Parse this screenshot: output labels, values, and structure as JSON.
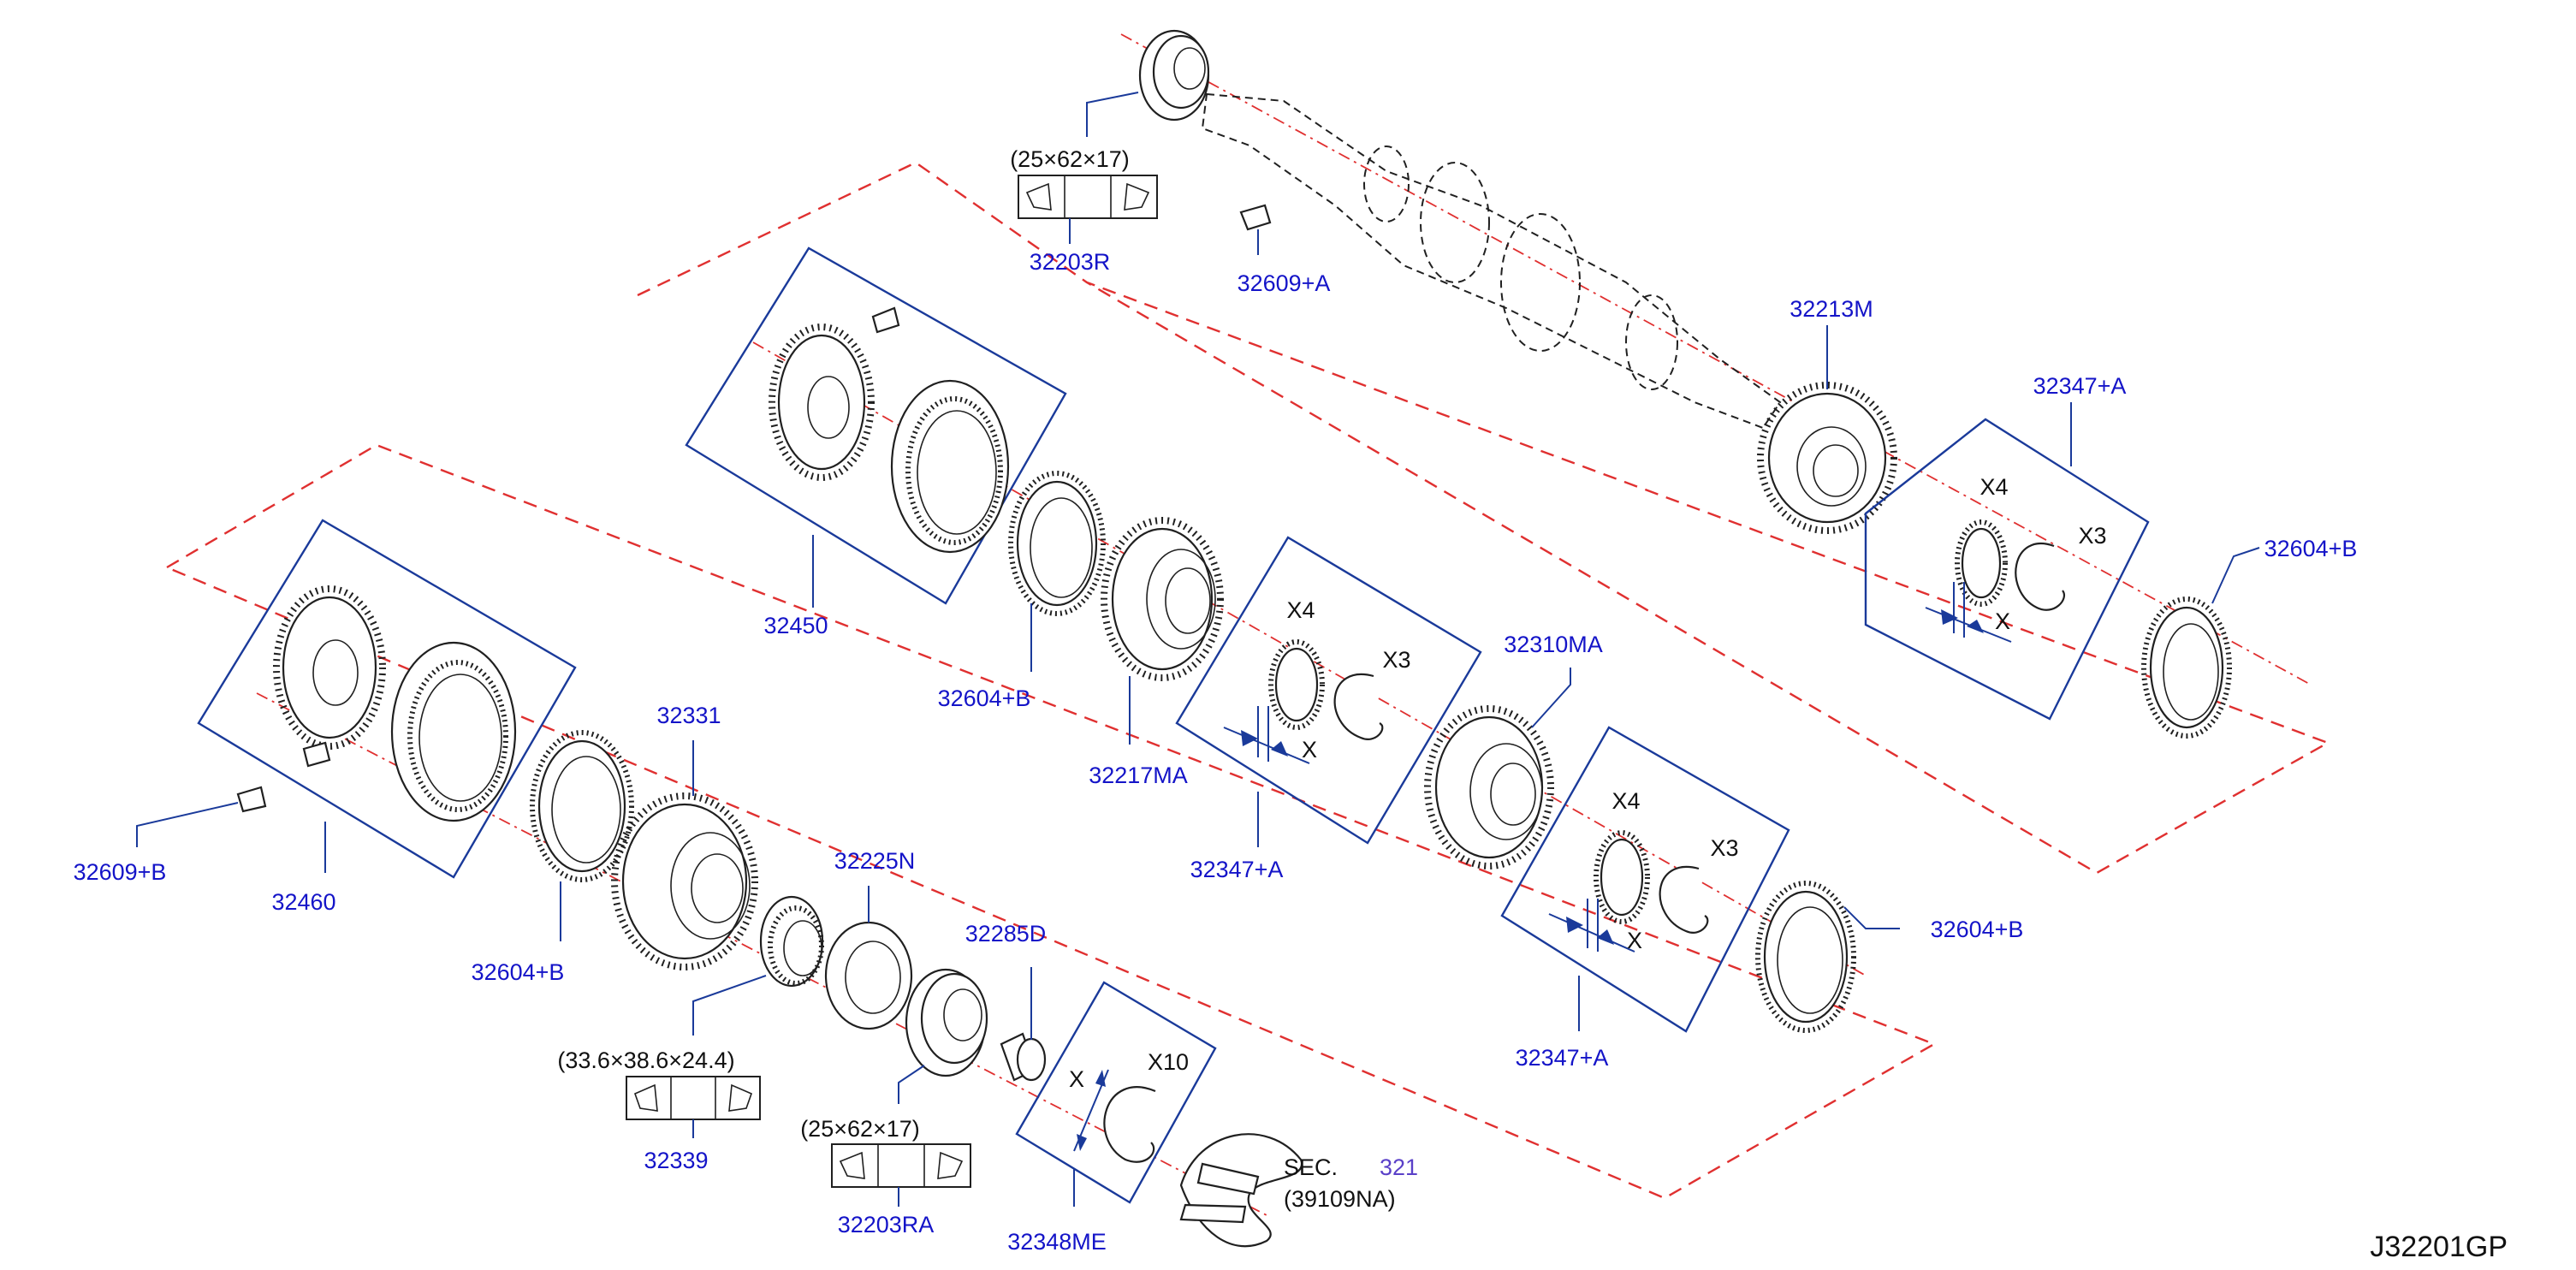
{
  "diagram_code": "J32201GP",
  "section": {
    "prefix": "SEC.",
    "number": "321",
    "ref": "(39109NA)"
  },
  "labels": {
    "p32203R": "32203R",
    "p32609A": "32609+A",
    "p32213M": "32213M",
    "p32347A_top": "32347+A",
    "p32604B_right": "32604+B",
    "p32450": "32450",
    "p32604B_mid": "32604+B",
    "p32217MA": "32217MA",
    "p32347A_mid": "32347+A",
    "p32310MA": "32310MA",
    "p32604B_low": "32604+B",
    "p32347A_low": "32347+A",
    "p32460": "32460",
    "p32609B": "32609+B",
    "p32331": "32331",
    "p32604B_left": "32604+B",
    "p32225N": "32225N",
    "p32285D": "32285D",
    "p32339": "32339",
    "p32203RA": "32203RA",
    "p32348ME": "32348ME"
  },
  "dimensions": {
    "bearing_top": "(25×62×17)",
    "bearing_needle": "(33.6×38.6×24.4)",
    "bearing_low": "(25×62×17)"
  },
  "markers": {
    "x4": "X4",
    "x3": "X3",
    "x": "X",
    "x10": "X10"
  }
}
